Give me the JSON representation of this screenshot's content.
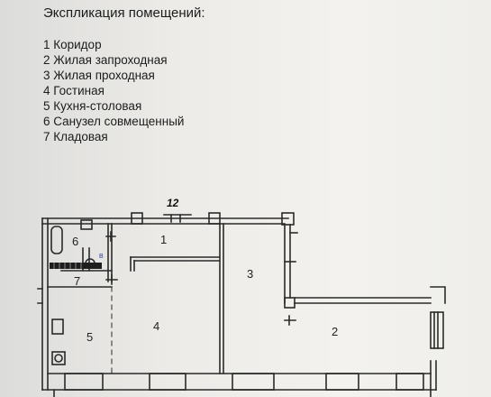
{
  "legend": {
    "title": "Экспликация помещений:",
    "items": [
      "1 Коридор",
      "2 Жилая запроходная",
      "3 Жилая проходная",
      "4 Гостиная",
      "5 Кухня-столовая",
      "6 Санузел совмещенный",
      "7 Кладовая"
    ]
  },
  "plan": {
    "dimension_label": "12",
    "rooms": [
      "1",
      "2",
      "3",
      "4",
      "5",
      "6",
      "7"
    ],
    "fixture_label": "В"
  }
}
